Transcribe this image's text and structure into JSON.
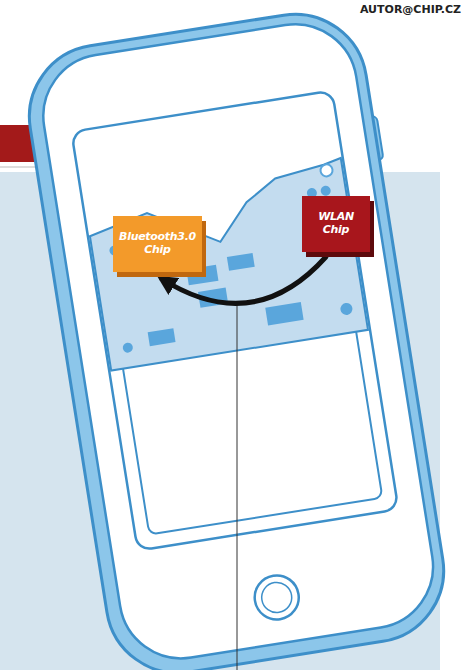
{
  "diagram": {
    "nodes": [
      {
        "text": [
          "Bluetooth3.0 Chip"
        ]
      },
      {
        "text": [
          "WLAN Chip"
        ]
      }
    ],
    "edges": [
      {
        "from": 1,
        "to": 0,
        "arrow": "to"
      }
    ],
    "labels": [
      "AUTOR@CHIP.CZ"
    ]
  }
}
